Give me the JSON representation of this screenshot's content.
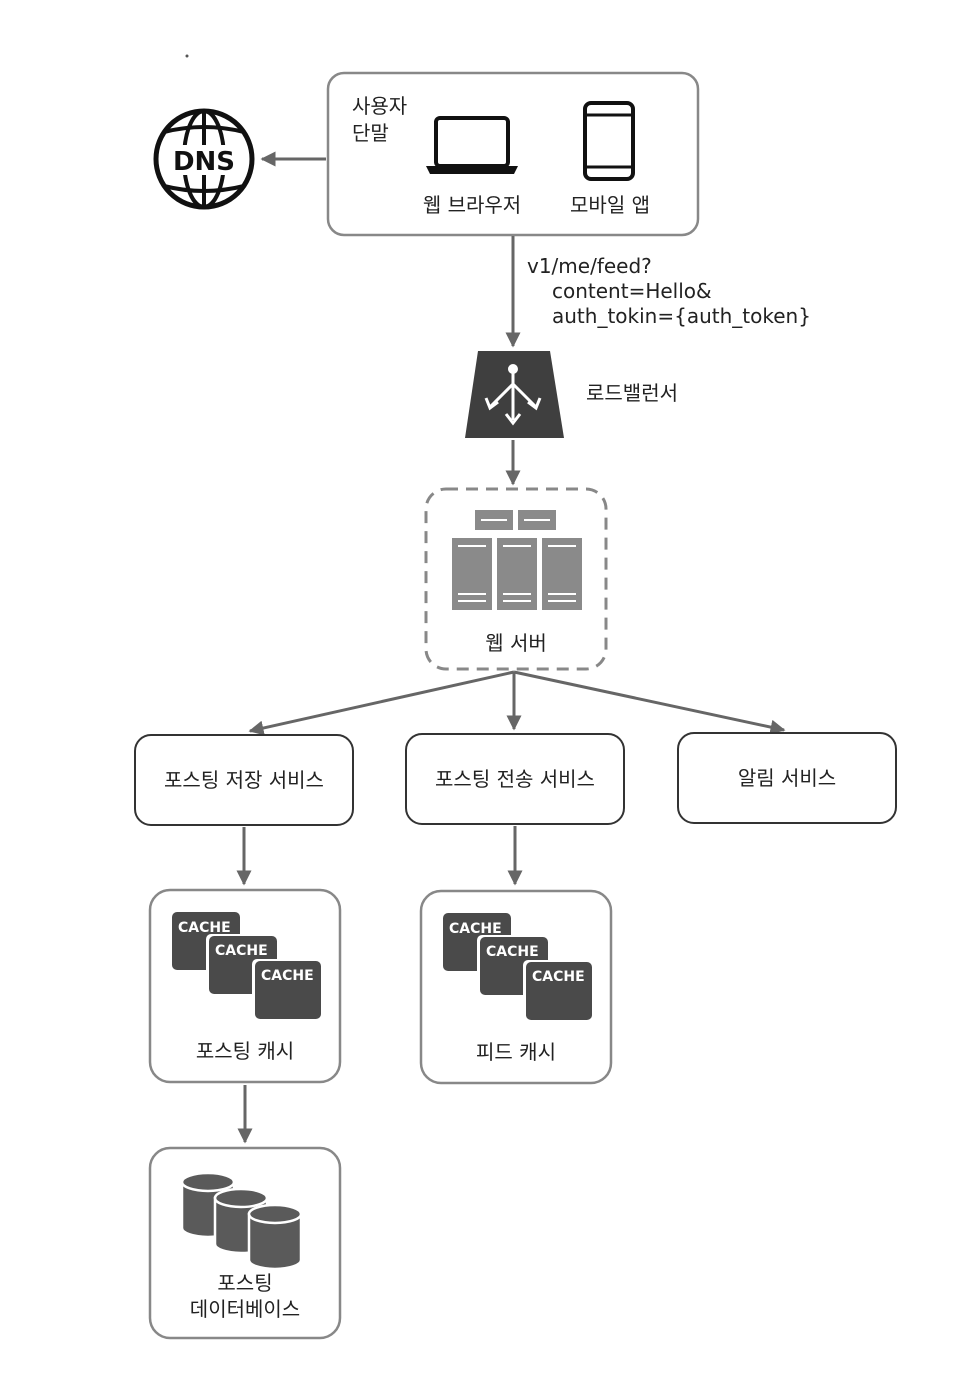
{
  "client_box": {
    "title_line1": "사용자",
    "title_line2": "단말",
    "browser_label": "웹 브라우저",
    "mobile_label": "모바일 앱"
  },
  "dns": {
    "icon_text": "DNS"
  },
  "request": {
    "line1": "v1/me/feed?",
    "line2": "content=Hello&",
    "line3": "auth_tokin={auth_token}"
  },
  "load_balancer": {
    "label": "로드밸런서"
  },
  "web_server": {
    "label": "웹 서버"
  },
  "services": {
    "post_store": "포스팅 저장 서비스",
    "post_send": "포스팅 전송 서비스",
    "notify": "알림 서비스"
  },
  "post_cache": {
    "label": "포스팅 캐시",
    "tags": [
      "CACHE",
      "CACHE",
      "CACHE"
    ]
  },
  "feed_cache": {
    "label": "피드 캐시",
    "tags": [
      "CACHE",
      "CACHE",
      "CACHE"
    ]
  },
  "post_db": {
    "label_line1": "포스팅",
    "label_line2": "데이터베이스"
  },
  "colors": {
    "arrow": "#666666",
    "border": "#888888",
    "dark_fill": "#4a4a4a",
    "server_fill": "#8a8a8a"
  }
}
